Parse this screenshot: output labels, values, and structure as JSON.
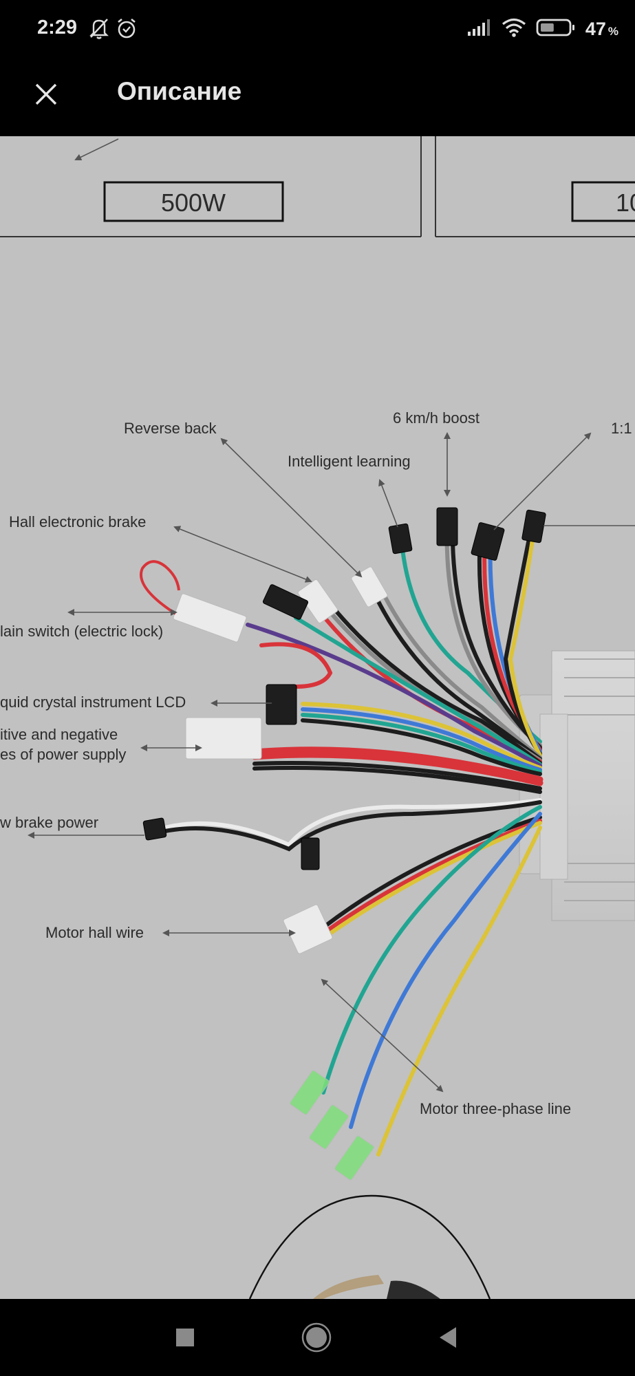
{
  "status_bar": {
    "time": "2:29",
    "left_icons": [
      "bell-off-icon",
      "alarm-icon"
    ],
    "right_icons": [
      "signal-icon",
      "wifi-icon",
      "battery-icon"
    ],
    "battery_percent": "47",
    "battery_unit": "%",
    "battery_level": 0.47
  },
  "app_bar": {
    "close_icon": "close-icon",
    "title": "Описание"
  },
  "image": {
    "panels": [
      {
        "label": "500W"
      },
      {
        "label": "10"
      }
    ],
    "labels": {
      "reverse_back": "Reverse back",
      "boost": "6 km/h boost",
      "intelligent_learning": "Intelligent learning",
      "one_to_one": "1:1",
      "hall_brake": "Hall electronic brake",
      "main_switch": "lain switch (electric lock)",
      "lcd": "quid crystal instrument LCD",
      "power_line1": "itive and negative",
      "power_line2": "es of power supply",
      "brake_power": "w brake power",
      "motor_hall": "Motor hall wire",
      "three_phase": "Motor three-phase line"
    },
    "wire_colors": {
      "red": "#d8343a",
      "black": "#1d1d1d",
      "teal": "#21a592",
      "blue": "#3f79d6",
      "yellow": "#dcc337",
      "purple": "#5a3c8d",
      "gray": "#8a8a8a",
      "white": "#ebebeb"
    }
  },
  "nav_bar": {
    "buttons": [
      "recents-icon",
      "home-icon",
      "back-icon"
    ]
  }
}
